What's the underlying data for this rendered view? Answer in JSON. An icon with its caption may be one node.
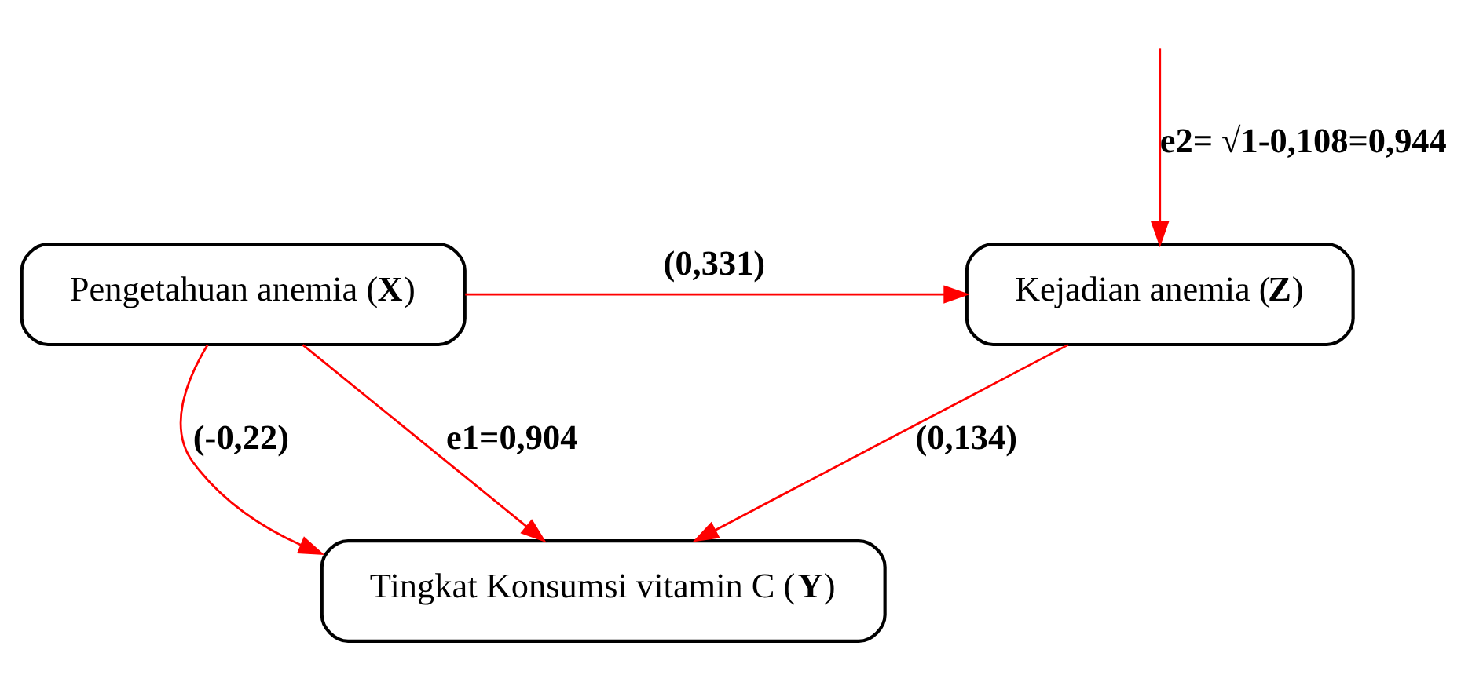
{
  "diagram": {
    "nodes": [
      {
        "text": [
          "Pengetahuan anemia (**X**)"
        ]
      },
      {
        "text": [
          "Kejadian anemia (**Z**)"
        ]
      },
      {
        "text": [
          "Tingkat Konsumsi vitamin C (**Y**)"
        ]
      }
    ],
    "edges": [
      {
        "from": null,
        "to": 1,
        "arrow": "to",
        "label": "e2= √1-0,108=0,944",
        "color": "#ff0000"
      },
      {
        "from": 0,
        "to": 1,
        "arrow": "to",
        "label": "(0,331)",
        "color": "#ff0000"
      },
      {
        "from": 0,
        "to": 2,
        "arrow": "to",
        "label": "(-0,22)",
        "color": "#ff0000"
      },
      {
        "from": 0,
        "to": 2,
        "arrow": "to",
        "label": "e1=0,904",
        "color": "#ff0000"
      },
      {
        "from": 1,
        "to": 2,
        "arrow": "to",
        "label": "(0,134)",
        "color": "#ff0000"
      }
    ]
  }
}
